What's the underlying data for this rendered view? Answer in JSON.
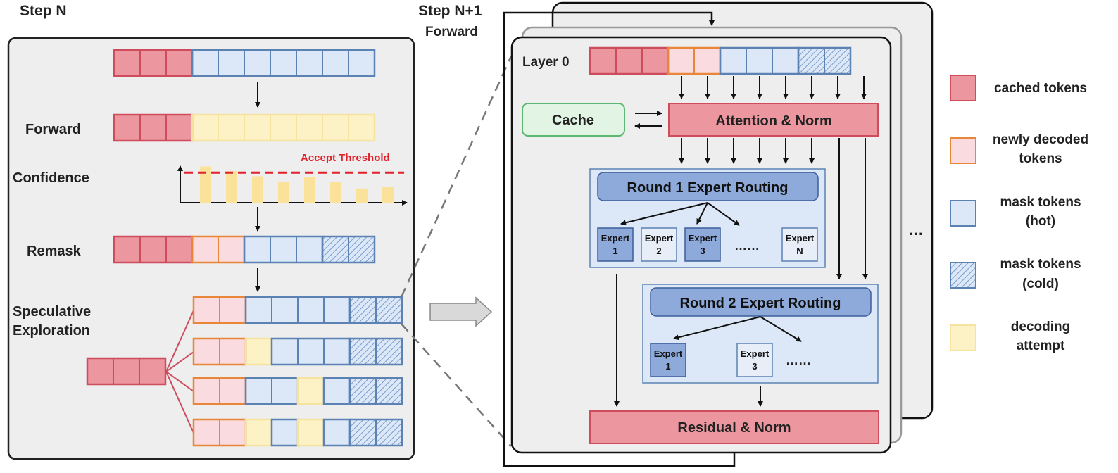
{
  "colors": {
    "cached_fill": "#ec97a0",
    "cached_stroke": "#cf4c5d",
    "new_fill": "#f9dbe0",
    "new_stroke": "#e8873a",
    "hot_fill": "#dce8f7",
    "hot_stroke": "#5c82b3",
    "attempt_fill": "#fdf1c6",
    "attempt_stroke": "#f7e3a0",
    "cache_fill": "#e2f4e4",
    "cache_stroke": "#5cb870",
    "routing_bg": "#dce8f7",
    "routing_title": "#8eaadb",
    "expert_dark": "#8eaadb",
    "threshold": "#e0222c",
    "panel_bg": "#eeeeee"
  },
  "stepN": {
    "title": "Step N",
    "forward_label": "Forward",
    "confidence_label": "Confidence",
    "accept_threshold": "Accept Threshold",
    "remask_label": "Remask",
    "speculative_line1": "Speculative",
    "speculative_line2": "Exploration",
    "confidence_levels": [
      0.92,
      0.8,
      0.67,
      0.53,
      0.66,
      0.53,
      0.36,
      0.4
    ],
    "accept_level": 0.8
  },
  "stepN1": {
    "title": "Step N+1",
    "subtitle": "Forward",
    "layer_label": "Layer 0",
    "cache_label": "Cache",
    "attention_label": "Attention & Norm",
    "round1_title": "Round 1 Expert Routing",
    "round2_title": "Round 2 Expert Routing",
    "expert_word": "Expert",
    "round1_experts": [
      "1",
      "2",
      "3",
      "N"
    ],
    "round2_experts": [
      "1",
      "3"
    ],
    "ellipsis": "……",
    "residual_label": "Residual & Norm",
    "more_layers": "…"
  },
  "legend": {
    "cached": [
      "cached tokens"
    ],
    "new": [
      "newly decoded",
      "tokens"
    ],
    "hot": [
      "mask tokens",
      "(hot)"
    ],
    "cold": [
      "mask tokens",
      "(cold)"
    ],
    "attempt": [
      "decoding",
      "attempt"
    ]
  }
}
